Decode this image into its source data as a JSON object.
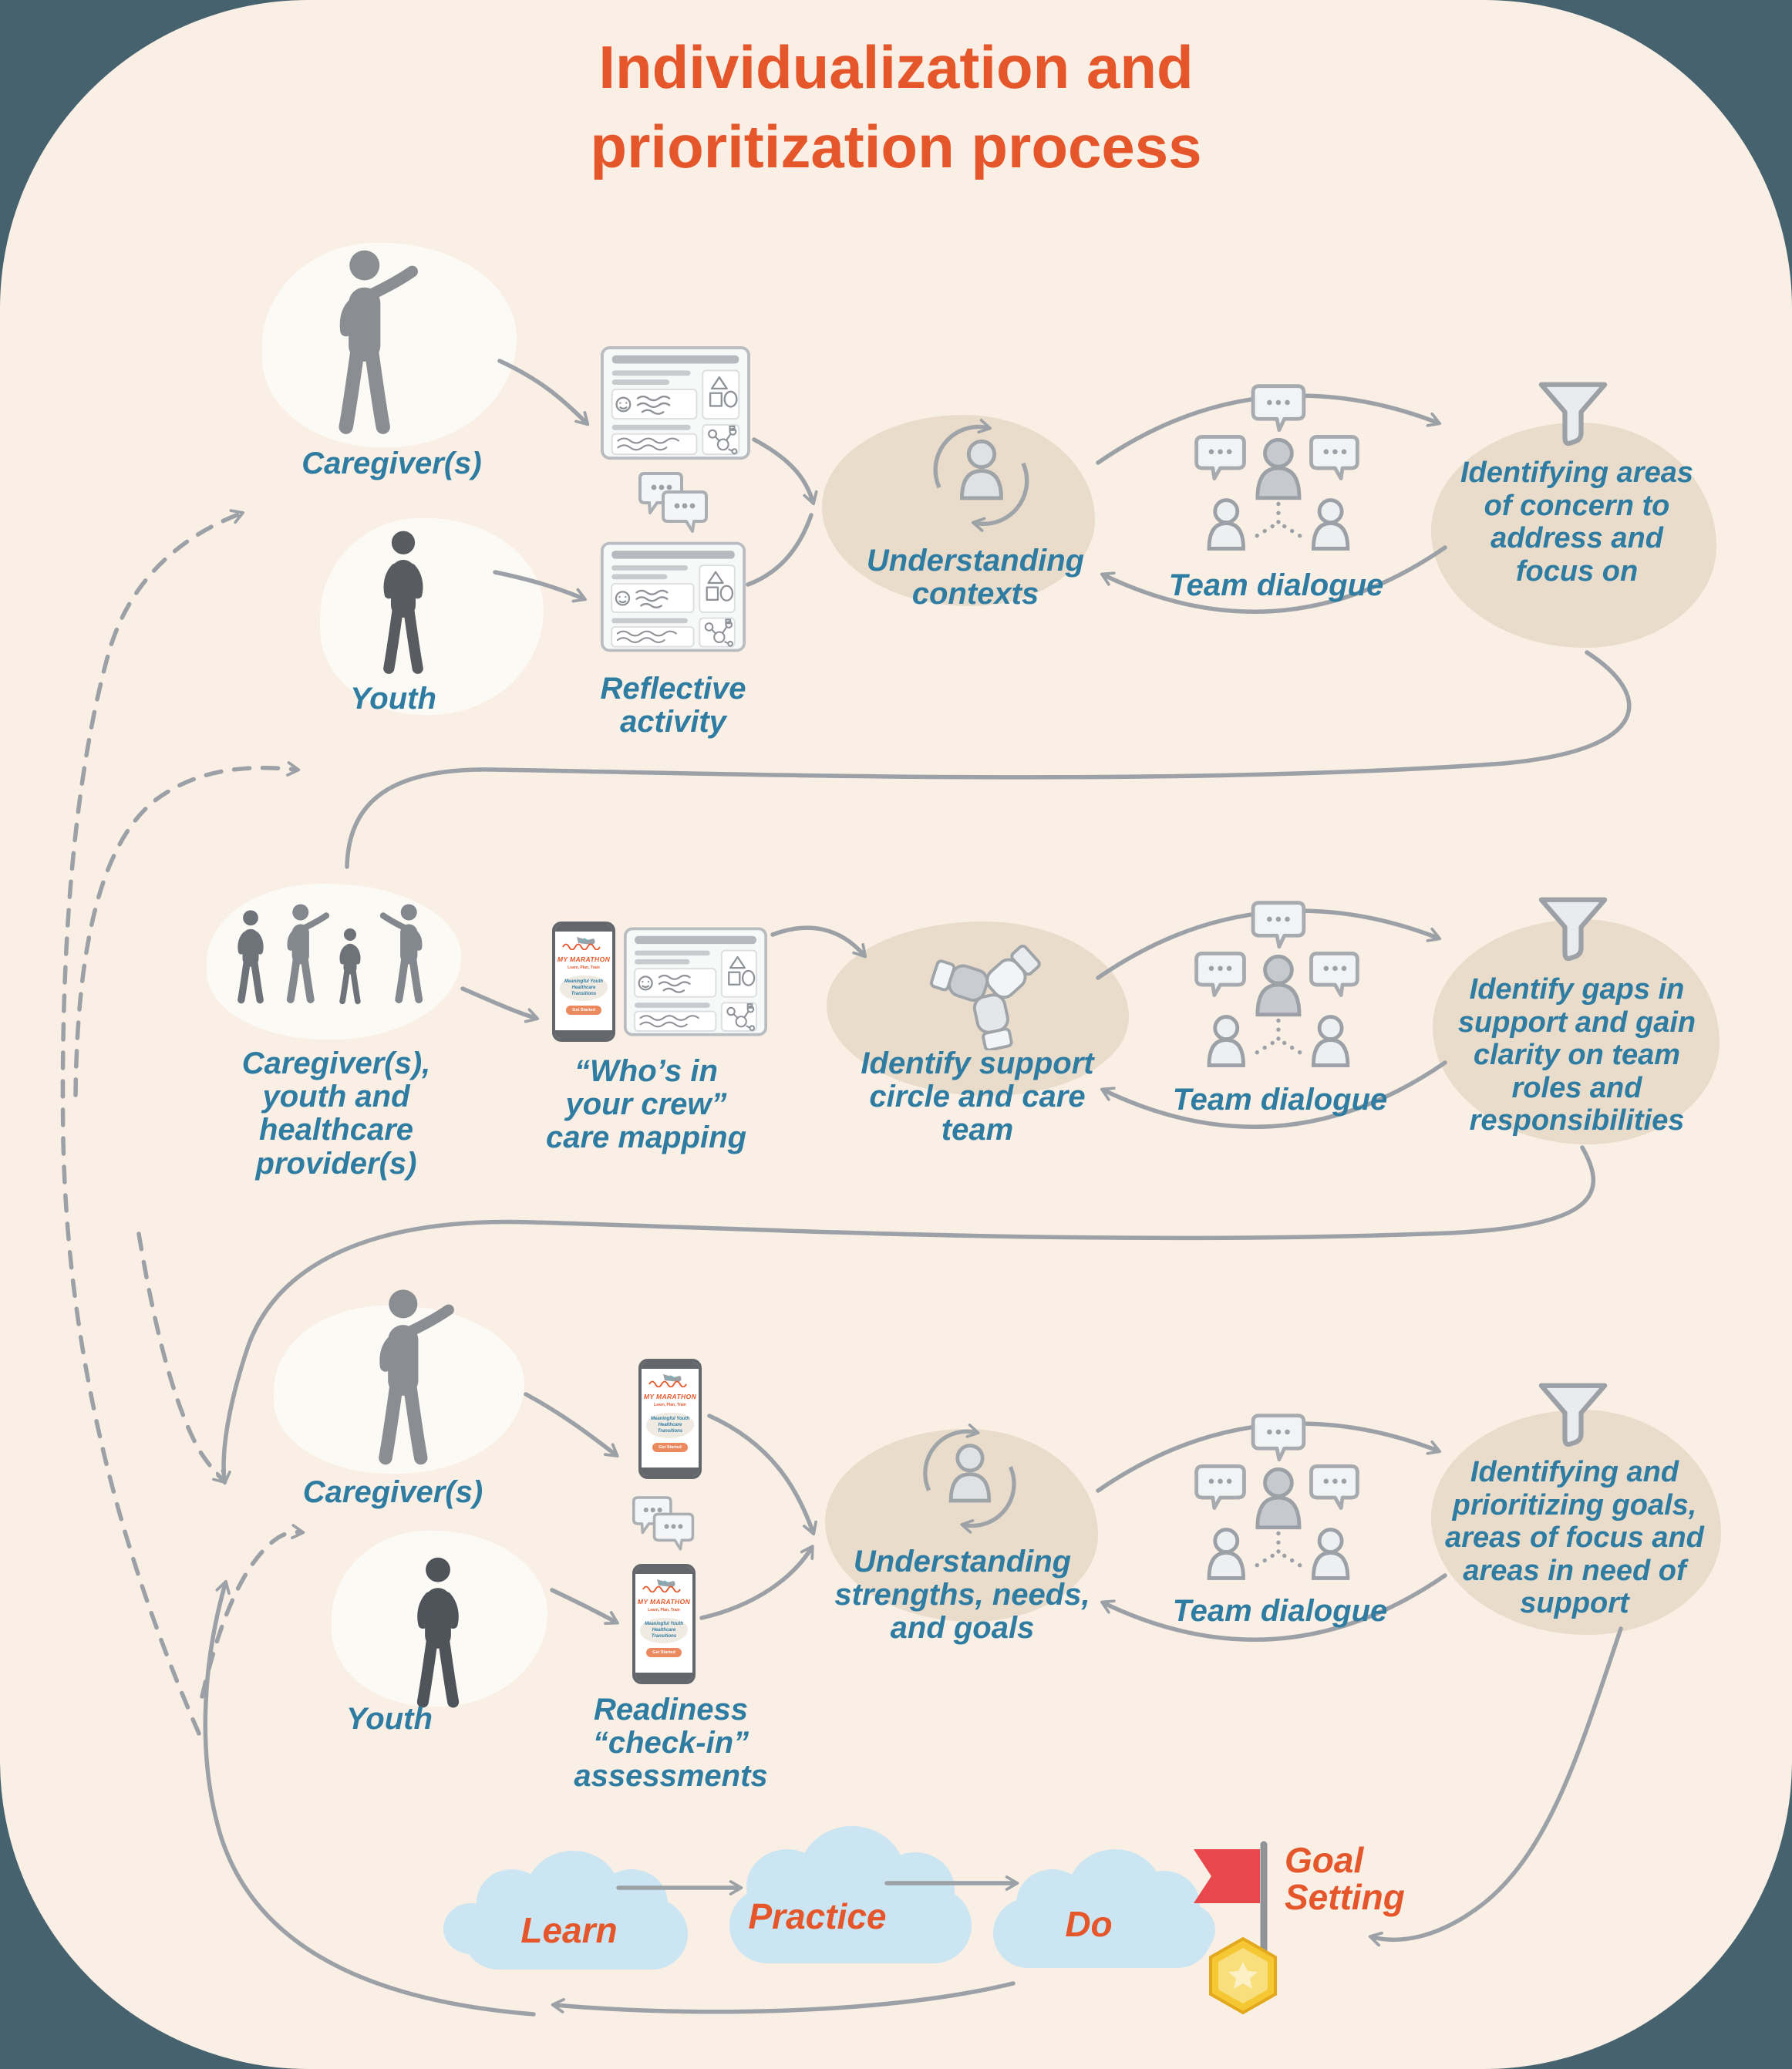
{
  "title": {
    "line1": "Individualization and",
    "line2": "prioritization process"
  },
  "rows": [
    {
      "actor1": "Caregiver(s)",
      "actor2": "Youth",
      "artifact": "Reflective activity",
      "process": "Understanding contexts",
      "dialogue": "Team dialogue",
      "outcome": "Identifying areas of concern to address and focus on"
    },
    {
      "actor1": "Caregiver(s), youth and healthcare provider(s)",
      "artifact": "“Who’s in your crew” care mapping",
      "process": "Identify support circle and care team",
      "dialogue": "Team dialogue",
      "outcome": "Identify gaps in support and gain clarity on team roles and responsibilities"
    },
    {
      "actor1": "Caregiver(s)",
      "actor2": "Youth",
      "artifact": "Readiness “check-in” assessments",
      "process": "Understanding strengths, needs, and goals",
      "dialogue": "Team dialogue",
      "outcome": "Identifying and prioritizing goals, areas of focus and areas in need of support"
    }
  ],
  "phone": {
    "app_name": "MY MARATHON",
    "tagline": "Learn, Plan, Train",
    "description": "Meaningful Youth Healthcare Transitions",
    "cta": "Get Started"
  },
  "footer": {
    "steps": [
      "Learn",
      "Practice",
      "Do"
    ],
    "goal": "Goal Setting"
  },
  "colors": {
    "background": "#47626F",
    "panel": "#F9EFE4",
    "blob_tan": "#EADCCB",
    "blob_white": "#FCFAF5",
    "label_blue": "#2F7CA3",
    "accent_orange": "#E5562B",
    "flag_red": "#E8474B",
    "medal_gold": "#F4C733",
    "arrow_gray": "#9BA1A6",
    "cloud_blue": "#CBE5F3"
  },
  "icons": {
    "process_cycle": "person-cycle-icon",
    "dialogue": "team-dialogue-icon",
    "outcome": "funnel-icon",
    "support_circle": "hands-together-icon",
    "artifact_sheet": "worksheet-icon",
    "chat": "chat-bubbles-icon",
    "goal_flag": "flag-icon",
    "reward": "medal-icon",
    "app": "phone-icon"
  }
}
